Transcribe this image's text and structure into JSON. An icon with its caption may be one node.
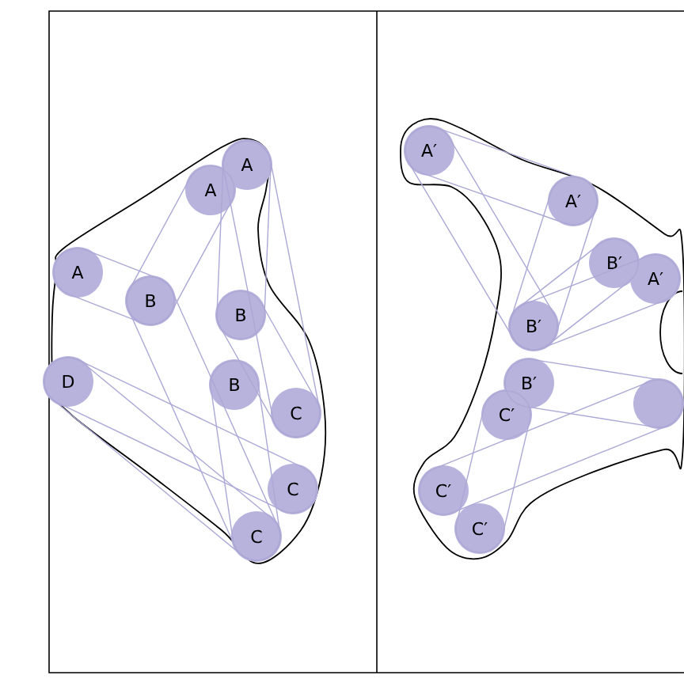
{
  "diagram": {
    "nodes": [
      {
        "text": [],
        "shape": "region"
      },
      {
        "text": [
          "A"
        ],
        "in": 0
      },
      {
        "text": [
          "A"
        ],
        "in": 0
      },
      {
        "text": [
          "A"
        ],
        "in": 0
      },
      {
        "text": [
          "B"
        ],
        "in": 0
      },
      {
        "text": [
          "B"
        ],
        "in": 0
      },
      {
        "text": [
          "D"
        ],
        "in": 0
      },
      {
        "text": [
          "B"
        ],
        "in": 0
      },
      {
        "text": [
          "C"
        ],
        "in": 0
      },
      {
        "text": [
          "C"
        ],
        "in": 0
      },
      {
        "text": [
          "C"
        ],
        "in": 0
      },
      {
        "text": [],
        "shape": "region"
      },
      {
        "text": [
          "A′"
        ],
        "in": 11
      },
      {
        "text": [
          "A′"
        ],
        "in": 11
      },
      {
        "text": [
          "B′"
        ],
        "in": 11
      },
      {
        "text": [
          "A′"
        ],
        "in": 11
      },
      {
        "text": [
          "B′"
        ],
        "in": 11
      },
      {
        "text": [
          "B′"
        ],
        "in": 11
      },
      {
        "text": [
          "C′"
        ],
        "in": 11
      },
      {
        "text": [],
        "shape": "circle",
        "in": 11
      },
      {
        "text": [
          "C′"
        ],
        "in": 11
      },
      {
        "text": [
          "C′"
        ],
        "in": 11
      }
    ],
    "edges": [
      {
        "from": 3,
        "to": 4,
        "arrow": "none"
      },
      {
        "from": 6,
        "to": 9,
        "arrow": "none"
      },
      {
        "from": 2,
        "to": 4,
        "arrow": "none"
      },
      {
        "from": 1,
        "to": 5,
        "arrow": "none"
      },
      {
        "from": 4,
        "to": 10,
        "arrow": "none"
      },
      {
        "from": 1,
        "to": 8,
        "arrow": "none"
      },
      {
        "from": 5,
        "to": 8,
        "arrow": "none"
      },
      {
        "from": 7,
        "to": 10,
        "arrow": "none"
      },
      {
        "from": 6,
        "to": 10,
        "arrow": "none"
      },
      {
        "from": 12,
        "to": 13,
        "arrow": "none"
      },
      {
        "from": 12,
        "to": 16,
        "arrow": "none"
      },
      {
        "from": 13,
        "to": 16,
        "arrow": "none"
      },
      {
        "from": 14,
        "to": 16,
        "arrow": "none"
      },
      {
        "from": 16,
        "to": 15,
        "arrow": "none"
      },
      {
        "from": 20,
        "to": 19,
        "arrow": "none"
      },
      {
        "from": 17,
        "to": 19,
        "arrow": "none"
      },
      {
        "from": 18,
        "to": 21,
        "arrow": "none"
      }
    ]
  }
}
